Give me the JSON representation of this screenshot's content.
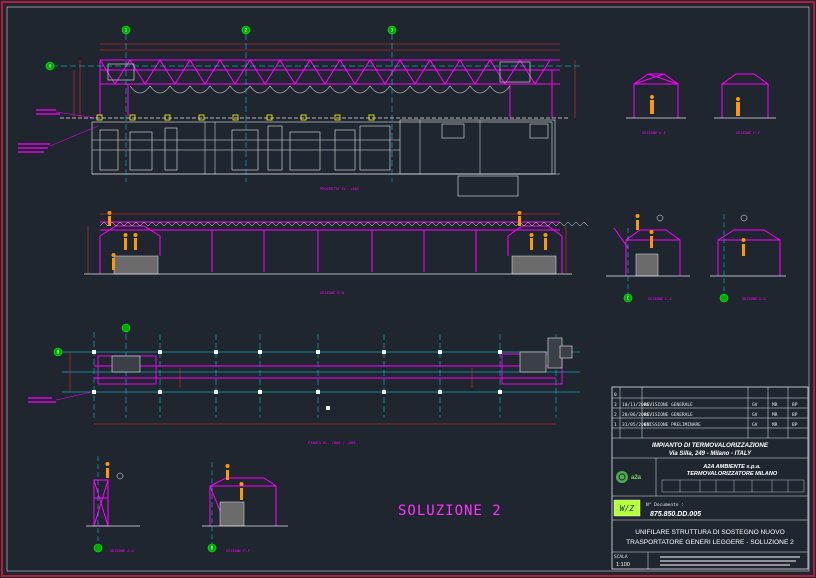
{
  "colors": {
    "background": "#1f2630",
    "frame": "#b01e3c",
    "structure": "#ff00ff",
    "building": "#e6e6e6",
    "grid_axis": "#00e5e5",
    "dimension": "#ff2a2a",
    "bubble": "#00d000",
    "person": "#ff9900"
  },
  "drawing": {
    "grid_bubbles": [
      "1",
      "2",
      "3",
      "A",
      "B",
      "C",
      "D"
    ],
    "soluzione_label": "SOLUZIONE 2",
    "section_labels": [
      "SEZIONE E-E",
      "SEZIONE F-F",
      "SEZIONE B-B",
      "SEZIONE C-C",
      "SEZIONE D-D",
      "SEZIONE A-A",
      "SEZIONE F-F"
    ],
    "view_labels": [
      "PROSPETTO EL. +465",
      "PIANTA EL. +000 / +465"
    ]
  },
  "title_block": {
    "revisions": [
      {
        "rev": "3",
        "date": "10/11/2006",
        "description": "REVISIONE GENERALE",
        "a": "GV",
        "b": "MR",
        "c": "BP"
      },
      {
        "rev": "2",
        "date": "28/06/2006",
        "description": "REVISIONE GENERALE",
        "a": "GV",
        "b": "MR",
        "c": "BP"
      },
      {
        "rev": "1",
        "date": "31/05/2006",
        "description": "EMISSIONE PRELIMINARE",
        "a": "GV",
        "b": "MR",
        "c": "BP"
      },
      {
        "rev": "0",
        "date": "",
        "description": "",
        "a": "",
        "b": "",
        "c": ""
      }
    ],
    "project_line1": "IMPIANTO DI TERMOVALORIZZAZIONE",
    "project_line2": "Via Silla, 249 - Milano - ITALY",
    "client_line1": "A2A AMBIENTE s.p.a.",
    "client_line2": "TERMOVALORIZZATORE MILANO",
    "logo": "a2a",
    "doc_label": "N° Documento :",
    "doc_number": "875.850.DD.005",
    "description_line1": "UNIFILARE STRUTTURA DI SOSTEGNO NUOVO",
    "description_line2": "TRASPORTATORE GENERI LEGGERE - SOLUZIONE 2",
    "scale_label": "SCALA",
    "scale_value": "1:100"
  }
}
